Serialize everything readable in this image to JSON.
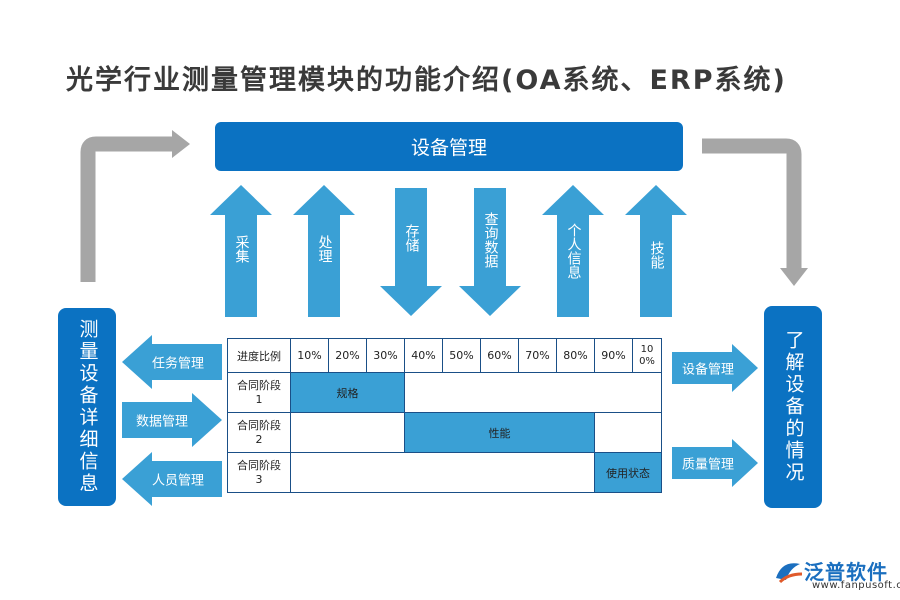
{
  "title": "光学行业测量管理模块的功能介绍(OA系统、ERP系统)",
  "top_box": "设备管理",
  "left_box": "测量设备详细信息",
  "right_box": "了解设备的情况",
  "vertical_arrows": [
    {
      "label": "采集",
      "direction": "up"
    },
    {
      "label": "处理",
      "direction": "up"
    },
    {
      "label": "存储",
      "direction": "down"
    },
    {
      "label": "查询数据",
      "direction": "down"
    },
    {
      "label": "个人信息",
      "direction": "up"
    },
    {
      "label": "技能",
      "direction": "up"
    }
  ],
  "left_arrows": [
    {
      "label": "任务管理",
      "direction": "left"
    },
    {
      "label": "数据管理",
      "direction": "right"
    },
    {
      "label": "人员管理",
      "direction": "left"
    }
  ],
  "right_arrows": [
    {
      "label": "设备管理",
      "direction": "right"
    },
    {
      "label": "质量管理",
      "direction": "right"
    }
  ],
  "table": {
    "header_label": "进度比例",
    "percents": [
      "10%",
      "20%",
      "30%",
      "40%",
      "50%",
      "60%",
      "70%",
      "80%",
      "90%",
      "100%"
    ],
    "rows": [
      {
        "label_line1": "合同阶段",
        "label_line2": "1",
        "bar_label": "规格"
      },
      {
        "label_line1": "合同阶段",
        "label_line2": "2",
        "bar_label": "性能"
      },
      {
        "label_line1": "合同阶段",
        "label_line2": "3",
        "bar_label": "使用状态"
      }
    ]
  },
  "logo": {
    "name": "泛普软件",
    "url": "www.fanpusoft.com"
  },
  "colors": {
    "primary": "#0b72c2",
    "arrow": "#3aa0d5",
    "gray_arrow": "#a6a6a6"
  }
}
